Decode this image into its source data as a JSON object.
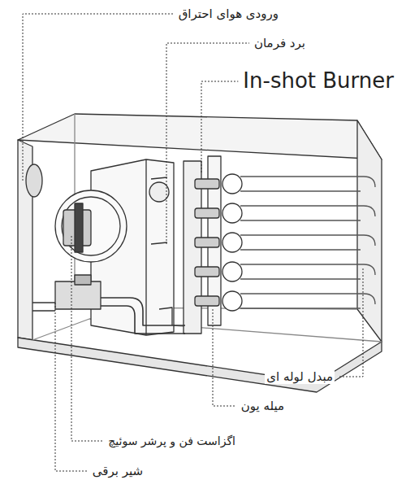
{
  "diagram": {
    "labels": [
      "ورودی هوای احتراق",
      "برد فرمان",
      "In-shot Burner",
      "مبدل لوله ای",
      "میله یون",
      "اگزاست فن و پرشر سوئیچ",
      "شیر برقی"
    ]
  }
}
